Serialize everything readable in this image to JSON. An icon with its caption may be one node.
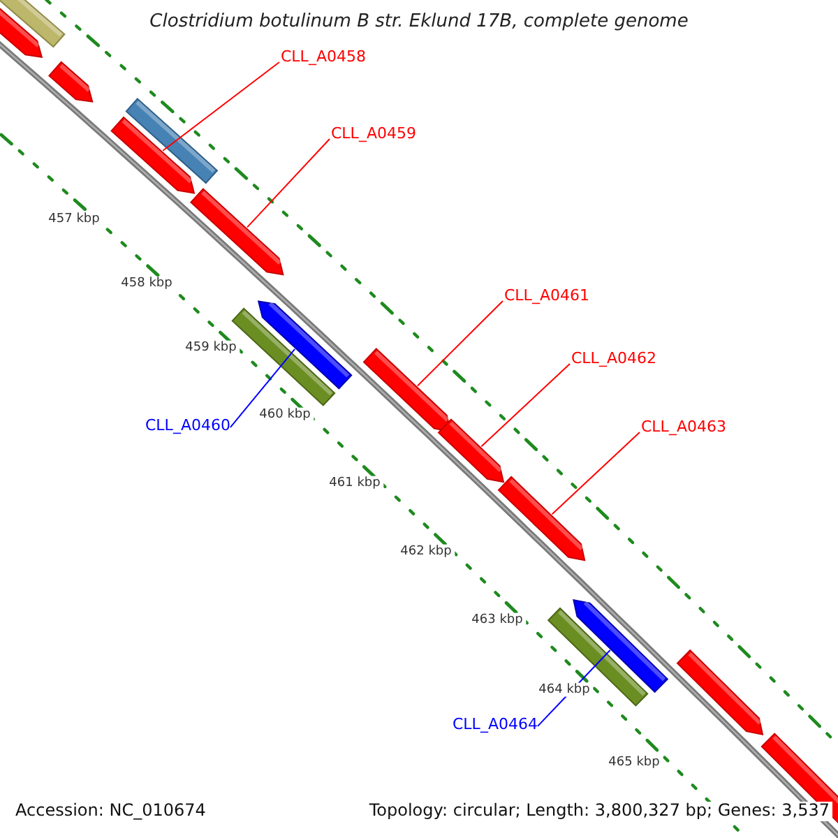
{
  "diagram": {
    "title": "Clostridium botulinum B str. Eklund 17B, complete genome",
    "nodes": [
      {
        "text": [
          "CLL_A0458"
        ]
      },
      {
        "text": [],
        "shape": "bar"
      },
      {
        "text": [
          "CLL_A0459"
        ]
      },
      {
        "text": [],
        "shape": "bar"
      },
      {
        "text": [
          "CLL_A0461"
        ]
      },
      {
        "text": [],
        "shape": "bar"
      },
      {
        "text": [
          "CLL_A0462"
        ]
      },
      {
        "text": [],
        "shape": "bar"
      },
      {
        "text": [
          "CLL_A0463"
        ]
      },
      {
        "text": [],
        "shape": "bar"
      },
      {
        "text": [
          "CLL_A0460"
        ]
      },
      {
        "text": [],
        "shape": "bar"
      },
      {
        "text": [
          "CLL_A0464"
        ]
      },
      {
        "text": [],
        "shape": "bar"
      },
      {
        "text": [],
        "shape": "bar"
      },
      {
        "text": [],
        "shape": "bar"
      },
      {
        "text": [],
        "shape": "bar"
      },
      {
        "text": [],
        "shape": "bar"
      },
      {
        "text": [],
        "shape": "bar"
      },
      {
        "text": [],
        "shape": "bar"
      },
      {
        "text": [],
        "shape": "bar"
      },
      {
        "text": [],
        "shape": "bar"
      }
    ],
    "edges": [
      {
        "from": 0,
        "to": 1,
        "arrow": "none"
      },
      {
        "from": 2,
        "to": 3,
        "arrow": "none"
      },
      {
        "from": 4,
        "to": 5,
        "arrow": "none"
      },
      {
        "from": 6,
        "to": 7,
        "arrow": "none"
      },
      {
        "from": 8,
        "to": 9,
        "arrow": "none"
      },
      {
        "from": 10,
        "to": 11,
        "arrow": "none",
        "color": "#0000ff"
      },
      {
        "from": 12,
        "to": 13,
        "arrow": "none",
        "color": "#0000ff"
      }
    ],
    "labels": [
      "457 kbp",
      "458 kbp",
      "459 kbp",
      "460 kbp",
      "461 kbp",
      "462 kbp",
      "463 kbp",
      "464 kbp",
      "465 kbp",
      "Accession: NC_010674",
      "Topology: circular; Length: 3,800,327 bp; Genes: 3,537"
    ]
  }
}
